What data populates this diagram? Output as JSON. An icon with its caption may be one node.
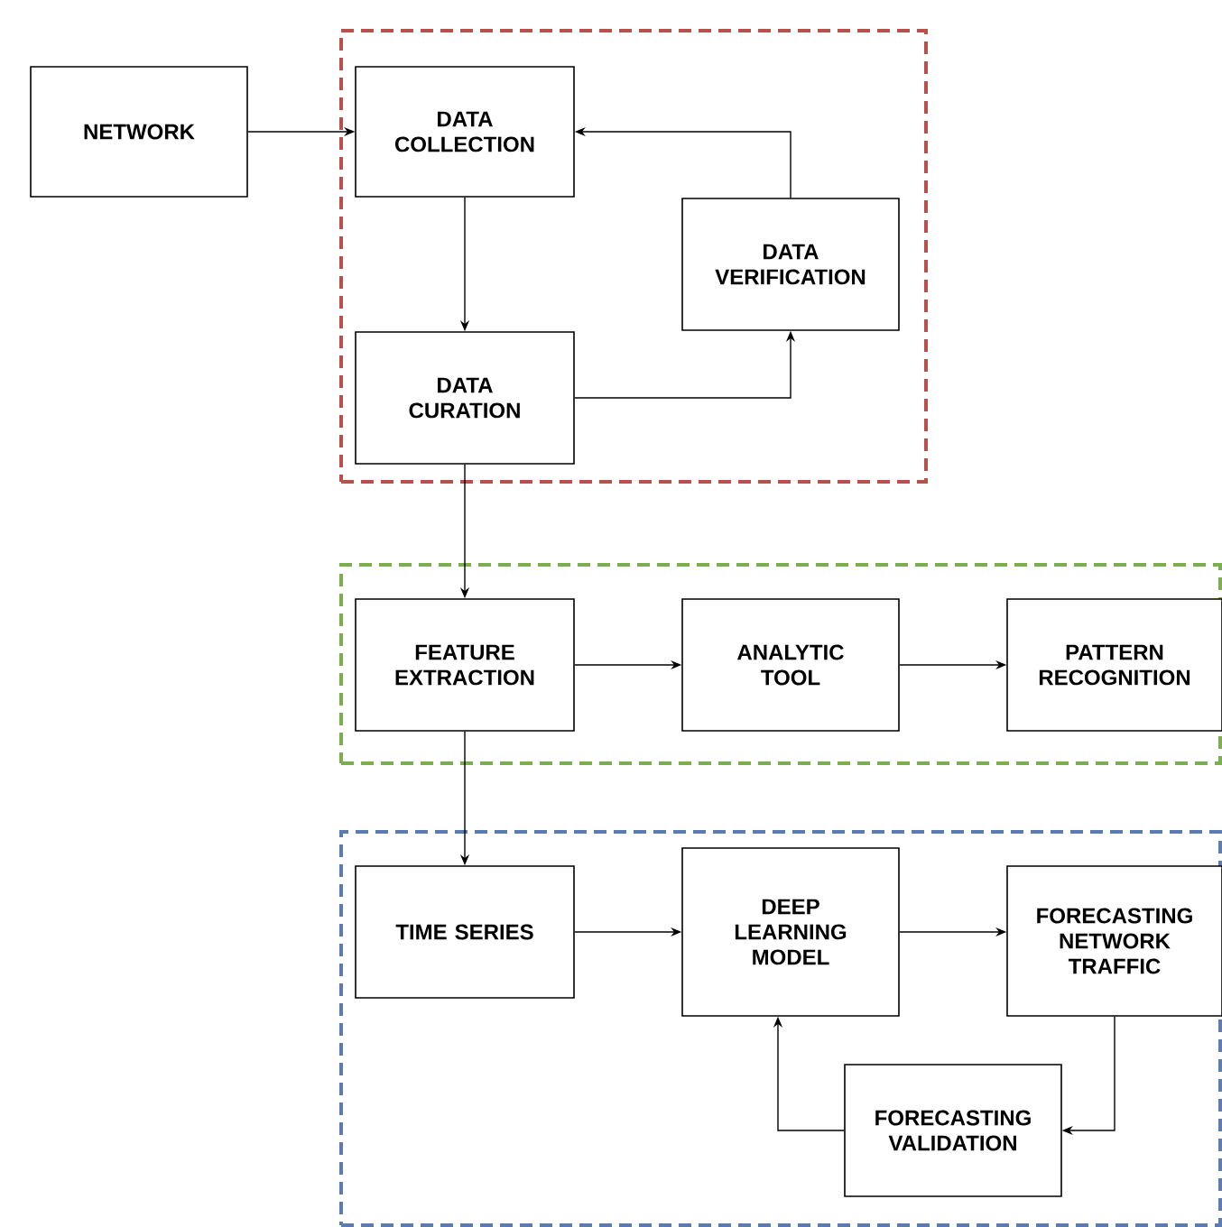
{
  "diagram": {
    "nodes": [
      {
        "text": [
          "NETWORK"
        ]
      },
      {
        "text": [],
        "shape": "box"
      },
      {
        "text": [
          "DATA COLLECTION"
        ],
        "in": 1
      },
      {
        "text": [
          "DATA VERIFICATION"
        ],
        "in": 1
      },
      {
        "text": [
          "DATA CURATION"
        ],
        "in": 1
      },
      {
        "text": [],
        "shape": "box"
      },
      {
        "text": [
          "FEATURE EXTRACTION"
        ],
        "in": 5
      },
      {
        "text": [
          "ANALYTIC TOOL"
        ],
        "in": 5
      },
      {
        "text": [
          "PATTERN RECOGNITION"
        ],
        "in": 5
      },
      {
        "text": [],
        "shape": "box"
      },
      {
        "text": [
          "TIME SERIES"
        ],
        "in": 9
      },
      {
        "text": [
          "DEEP LEARNING MODEL"
        ],
        "in": 9
      },
      {
        "text": [
          "FORECASTING NETWORK TRAFFIC"
        ],
        "in": 9
      },
      {
        "text": [
          "FORECASTING VALIDATION"
        ],
        "in": 9
      }
    ],
    "edges": [
      {
        "from": 0,
        "to": 2,
        "arrow": "to"
      },
      {
        "from": 2,
        "to": 4,
        "arrow": "to"
      },
      {
        "from": 4,
        "to": 3,
        "arrow": "to"
      },
      {
        "from": 3,
        "to": 2,
        "arrow": "to"
      },
      {
        "from": 4,
        "to": 6,
        "arrow": "to"
      },
      {
        "from": 6,
        "to": 7,
        "arrow": "to"
      },
      {
        "from": 7,
        "to": 8,
        "arrow": "to"
      },
      {
        "from": 6,
        "to": 10,
        "arrow": "to"
      },
      {
        "from": 10,
        "to": 11,
        "arrow": "to"
      },
      {
        "from": 11,
        "to": 12,
        "arrow": "to"
      },
      {
        "from": 12,
        "to": 13,
        "arrow": "to"
      },
      {
        "from": 13,
        "to": 11,
        "arrow": "to"
      }
    ]
  }
}
